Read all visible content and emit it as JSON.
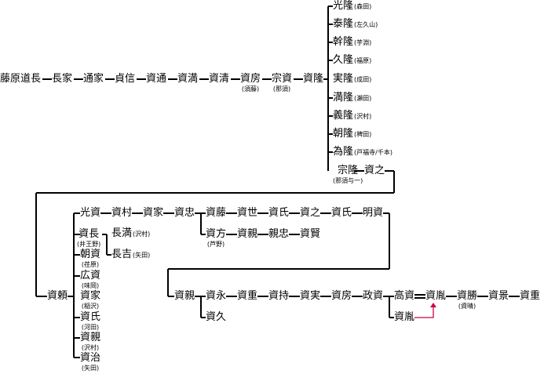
{
  "lineColor": "#000000",
  "adoptionArrowColor": "#cc0044",
  "nodes": {
    "fujiwara_michinaga": {
      "name": "藤原道長"
    },
    "nagaie": {
      "name": "長家"
    },
    "michiie": {
      "name": "通家"
    },
    "sadanobu": {
      "name": "貞信"
    },
    "sukemichi": {
      "name": "資通"
    },
    "sukemitsu": {
      "name": "資満"
    },
    "sukekiyo": {
      "name": "資清"
    },
    "sukefusa": {
      "name": "資房",
      "note": "(須藤)"
    },
    "munesuke": {
      "name": "宗資",
      "note": "(那須)"
    },
    "sukenaka": {
      "name": "資隆"
    },
    "mitsutaka": {
      "name": "光隆",
      "note": "(森田)"
    },
    "yasutaka": {
      "name": "泰隆",
      "note": "(左久山)"
    },
    "mototaka": {
      "name": "幹隆",
      "note": "(芋淵)"
    },
    "hisataka": {
      "name": "久隆",
      "note": "(福原)"
    },
    "sanetaka": {
      "name": "実隆",
      "note": "(成田)"
    },
    "mitsutaka2": {
      "name": "満隆",
      "note": "(瀬田)"
    },
    "yoshitaka": {
      "name": "義隆",
      "note": "(沢村)"
    },
    "tomotaka": {
      "name": "朝隆",
      "note": "(稗田)"
    },
    "tametaka": {
      "name": "為隆",
      "note": "(戸福寺/千本)"
    },
    "munetaka": {
      "name": "宗隆",
      "note": "(那須与一)"
    },
    "sukeyuki": {
      "name": "資之"
    },
    "sukeyori": {
      "name": "資頼"
    },
    "mitsusuke": {
      "name": "光資"
    },
    "sukemura": {
      "name": "資村"
    },
    "sukeie": {
      "name": "資家"
    },
    "sukitada": {
      "name": "資忠"
    },
    "sukefuji": {
      "name": "資藤"
    },
    "sukeyo": {
      "name": "資世"
    },
    "sukeuji": {
      "name": "資氏"
    },
    "sukeyuki2": {
      "name": "資之"
    },
    "sukeuji2": {
      "name": "資氏"
    },
    "akisuke": {
      "name": "明資"
    },
    "sukekata": {
      "name": "資方",
      "note": "(芦野)"
    },
    "sukechika": {
      "name": "資親"
    },
    "chikatada": {
      "name": "親忠"
    },
    "sukekata2": {
      "name": "資賢"
    },
    "sukenaga": {
      "name": "資長",
      "note": "(井王野)"
    },
    "nagamitsu": {
      "name": "長満",
      "note": "(沢村)"
    },
    "nagayoshi": {
      "name": "長吉",
      "note": "(矢田)"
    },
    "tomosuke": {
      "name": "朝資",
      "note": "(荏原)"
    },
    "hirosuke": {
      "name": "広資",
      "note": "(味岡)"
    },
    "sukeie2": {
      "name": "資家",
      "note": "(稲沢)"
    },
    "sukeuji3": {
      "name": "資氏",
      "note": "(河田)"
    },
    "sukechika2": {
      "name": "資親",
      "note": "(沢村)"
    },
    "sukeharu": {
      "name": "資治",
      "note": "(矢田)"
    },
    "sukechika3": {
      "name": "資親"
    },
    "sukenaga2": {
      "name": "資永"
    },
    "sukeshige": {
      "name": "資重"
    },
    "sukemochi": {
      "name": "資持"
    },
    "sukezane": {
      "name": "資実"
    },
    "sukefusa2": {
      "name": "資房"
    },
    "masasuke": {
      "name": "政資"
    },
    "takasuke": {
      "name": "高資"
    },
    "suketane": {
      "name": "資胤"
    },
    "suketane2": {
      "name": "資胤"
    },
    "sukekatsu": {
      "name": "資勝",
      "note": "(資晴)"
    },
    "sukekage": {
      "name": "資景"
    },
    "sukeshige2": {
      "name": "資重"
    },
    "sukehisa": {
      "name": "資久"
    }
  }
}
